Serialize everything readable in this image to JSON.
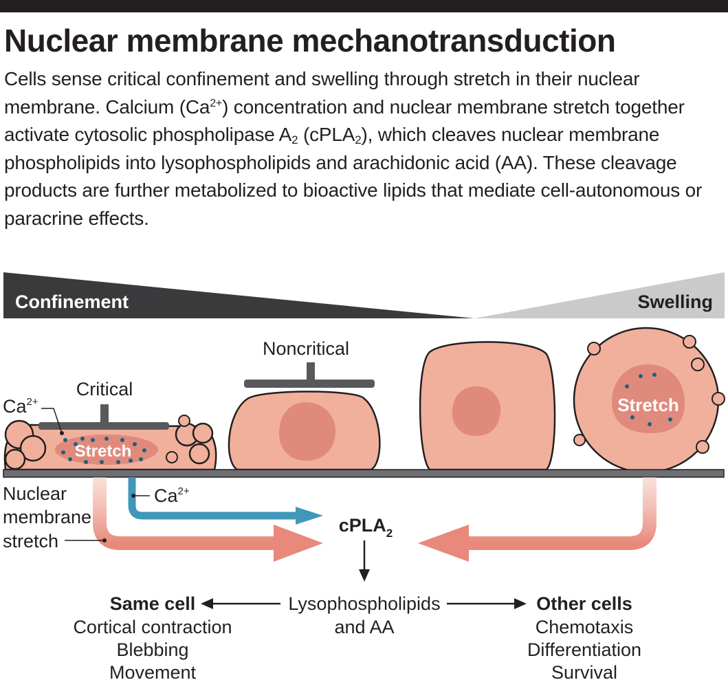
{
  "title": "Nuclear membrane mechanotransduction",
  "intro": {
    "p1": "Cells sense critical confinement and swelling through stretch in their nuclear membrane. Calcium (Ca",
    "sup1": "2+",
    "p2": ") concentration and nuclear membrane stretch together activate cytosolic phospholipase A",
    "sub1": "2",
    "p3": " (cPLA",
    "sub2": "2",
    "p4": "), which cleaves nuclear membrane phospholipids into lysophospholipids and arachidonic acid (AA). These cleavage products are further metabolized to bioactive lipids that mediate cell-autonomous or paracrine effects."
  },
  "gradient": {
    "left_label": "Confinement",
    "right_label": "Swelling",
    "left_color": "#3a3a3c",
    "right_color": "#c9cacb"
  },
  "cells": {
    "critical_label": "Critical",
    "noncritical_label": "Noncritical",
    "stretch_label": "Stretch",
    "ca_label": "Ca",
    "ca_sup": "2+",
    "cell_color": "#f3b9a6",
    "nucleus_color": "#e08a7c",
    "ion_color": "#1f5f80"
  },
  "flow": {
    "nuclear_membrane_stretch": [
      "Nuclear",
      "membrane",
      "stretch"
    ],
    "ca_label": "Ca",
    "ca_sup": "2+",
    "enzyme": "cPLA",
    "enzyme_sub": "2",
    "products": [
      "Lysophospholipids",
      "and AA"
    ],
    "stretch_arrow_color": "#e8897b",
    "calcium_arrow_color": "#3f98b9"
  },
  "outcomes": {
    "same_cell": {
      "heading": "Same cell",
      "items": [
        "Cortical contraction",
        "Blebbing",
        "Movement"
      ]
    },
    "other_cells": {
      "heading": "Other cells",
      "items": [
        "Chemotaxis",
        "Differentiation",
        "Survival"
      ]
    }
  }
}
